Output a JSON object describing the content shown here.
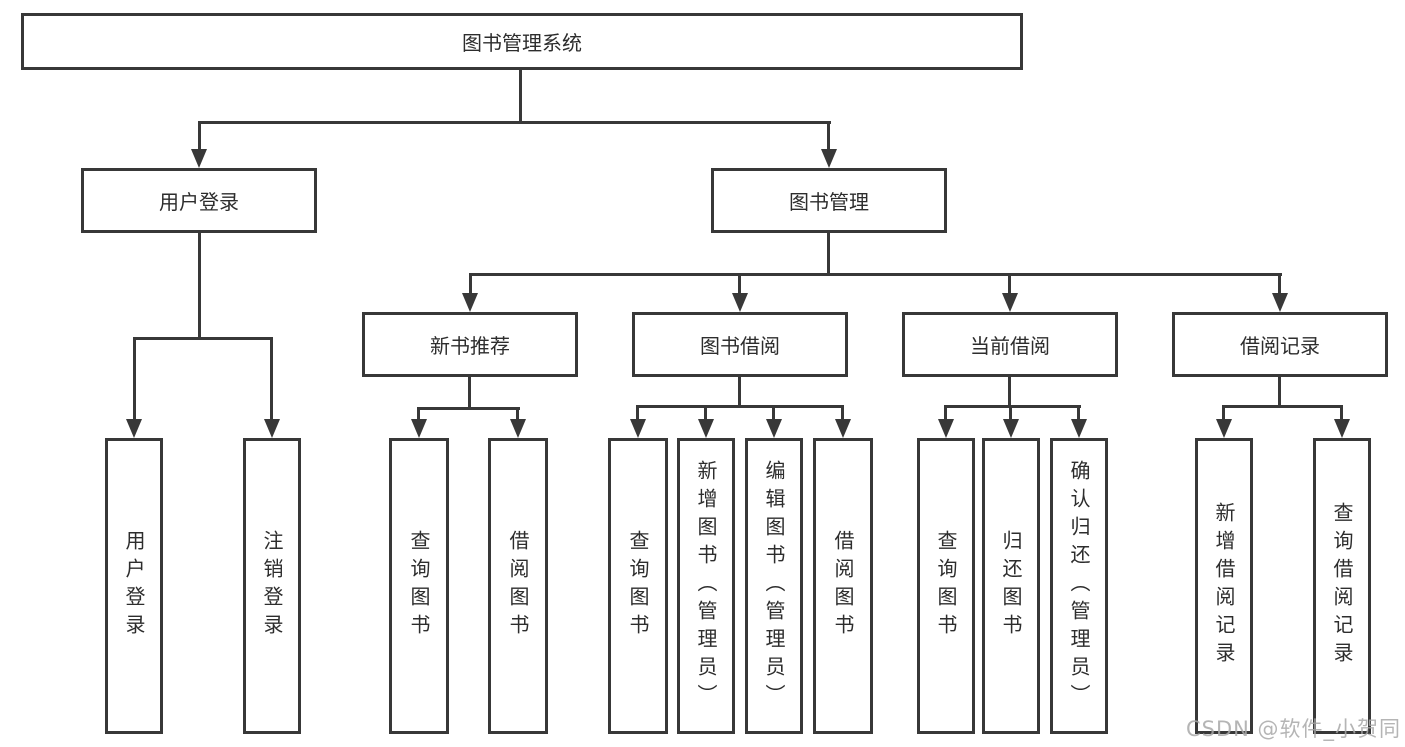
{
  "tree": {
    "label": "图书管理系统",
    "children": [
      {
        "label": "用户登录",
        "children": [
          {
            "label": "用户登录"
          },
          {
            "label": "注销登录"
          }
        ]
      },
      {
        "label": "图书管理",
        "children": [
          {
            "label": "新书推荐",
            "children": [
              {
                "label": "查询图书"
              },
              {
                "label": "借阅图书"
              }
            ]
          },
          {
            "label": "图书借阅",
            "children": [
              {
                "label": "查询图书"
              },
              {
                "label": "新增图书（管理员）"
              },
              {
                "label": "编辑图书（管理员）"
              },
              {
                "label": "借阅图书"
              }
            ]
          },
          {
            "label": "当前借阅",
            "children": [
              {
                "label": "查询图书"
              },
              {
                "label": "归还图书"
              },
              {
                "label": "确认归还（管理员）"
              }
            ]
          },
          {
            "label": "借阅记录",
            "children": [
              {
                "label": "新增借阅记录"
              },
              {
                "label": "查询借阅记录"
              }
            ]
          }
        ]
      }
    ]
  },
  "watermark": {
    "text": "CSDN @软件_小贺同学"
  },
  "colors": {
    "line": "#383838",
    "text": "#2d2d2d",
    "background": "#ffffff",
    "watermark": "#a9a9a9"
  }
}
